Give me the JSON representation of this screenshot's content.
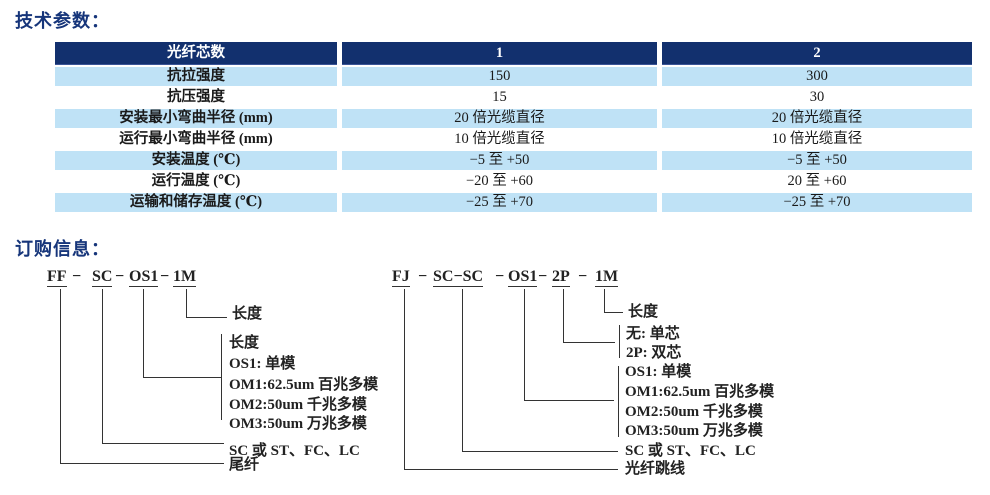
{
  "titles": {
    "tech": "技术参数：",
    "order": "订购信息："
  },
  "table": {
    "header": {
      "label": "光纤芯数",
      "col1": "1",
      "col2": "2"
    },
    "rows": [
      {
        "label": "抗拉强度",
        "col1": "150",
        "col2": "300"
      },
      {
        "label": "抗压强度",
        "col1": "15",
        "col2": "30"
      },
      {
        "label": "安装最小弯曲半径 (mm)",
        "col1": "20 倍光缆直径",
        "col2": "20 倍光缆直径"
      },
      {
        "label": "运行最小弯曲半径 (mm)",
        "col1": "10 倍光缆直径",
        "col2": "10 倍光缆直径"
      },
      {
        "label": "安装温度 (℃)",
        "col1": "−5 至 +50",
        "col2": "−5 至 +50"
      },
      {
        "label": "运行温度 (℃)",
        "col1": "−20 至 +60",
        "col2": "20 至 +60"
      },
      {
        "label": "运输和储存温度 (℃)",
        "col1": "−25 至 +70",
        "col2": "−25 至 +70"
      }
    ]
  },
  "diagram_left": {
    "code": [
      "FF",
      "−",
      "SC",
      "−",
      "OS1",
      "−",
      "1M"
    ],
    "labels": {
      "length_top": "长度",
      "block": [
        "长度",
        "OS1: 单模",
        "OM1:62.5um 百兆多模",
        "OM2:50um 千兆多模",
        "OM3:50um 万兆多模"
      ],
      "connector": "SC 或 ST、FC、LC",
      "product": "尾纤"
    }
  },
  "diagram_right": {
    "code": [
      "FJ",
      "−",
      "SC−SC",
      "−",
      "OS1",
      "−",
      "2P",
      "−",
      "1M"
    ],
    "labels": {
      "length_top": "长度",
      "core_options": [
        "无: 单芯",
        "2P: 双芯"
      ],
      "mode_options": [
        "OS1: 单模",
        "OM1:62.5um 百兆多模",
        "OM2:50um 千兆多模",
        "OM3:50um 万兆多模"
      ],
      "connector": "SC 或 ST、FC、LC",
      "product": "光纤跳线"
    }
  },
  "colors": {
    "header_bg": "#12306e",
    "row_alt_bg": "#bfe2f6",
    "title": "#16357a",
    "line": "#333333"
  }
}
